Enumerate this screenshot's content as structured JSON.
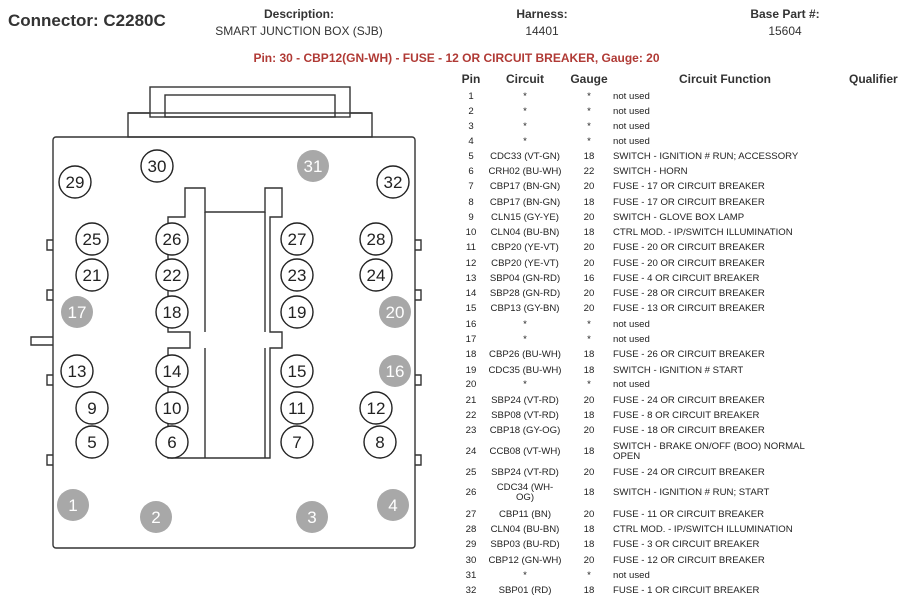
{
  "header": {
    "connector_title": "Connector: C2280C",
    "description_label": "Description:",
    "description_value": "SMART JUNCTION BOX (SJB)",
    "harness_label": "Harness:",
    "harness_value": "14401",
    "base_part_label": "Base Part #:",
    "base_part_value": "15604",
    "pin_highlight": "Pin: 30 - CBP12(GN-WH) - FUSE - 12 OR CIRCUIT BREAKER, Gauge: 20"
  },
  "colors": {
    "pin_used_fill": "#ffffff",
    "pin_unused_fill": "#a8a8a8",
    "highlight_text": "#b03a35"
  },
  "diagram": {
    "pins": [
      {
        "n": "1",
        "used": false
      },
      {
        "n": "2",
        "used": false
      },
      {
        "n": "3",
        "used": false
      },
      {
        "n": "4",
        "used": false
      },
      {
        "n": "5",
        "used": true
      },
      {
        "n": "6",
        "used": true
      },
      {
        "n": "7",
        "used": true
      },
      {
        "n": "8",
        "used": true
      },
      {
        "n": "9",
        "used": true
      },
      {
        "n": "10",
        "used": true
      },
      {
        "n": "11",
        "used": true
      },
      {
        "n": "12",
        "used": true
      },
      {
        "n": "13",
        "used": true
      },
      {
        "n": "14",
        "used": true
      },
      {
        "n": "15",
        "used": true
      },
      {
        "n": "16",
        "used": false
      },
      {
        "n": "17",
        "used": false
      },
      {
        "n": "18",
        "used": true
      },
      {
        "n": "19",
        "used": true
      },
      {
        "n": "20",
        "used": false
      },
      {
        "n": "21",
        "used": true
      },
      {
        "n": "22",
        "used": true
      },
      {
        "n": "23",
        "used": true
      },
      {
        "n": "24",
        "used": true
      },
      {
        "n": "25",
        "used": true
      },
      {
        "n": "26",
        "used": true
      },
      {
        "n": "27",
        "used": true
      },
      {
        "n": "28",
        "used": true
      },
      {
        "n": "29",
        "used": true
      },
      {
        "n": "30",
        "used": true
      },
      {
        "n": "31",
        "used": false
      },
      {
        "n": "32",
        "used": true
      }
    ]
  },
  "table": {
    "headers": {
      "pin": "Pin",
      "circuit": "Circuit",
      "gauge": "Gauge",
      "function": "Circuit Function",
      "qualifier": "Qualifier"
    },
    "rows": [
      {
        "pin": "1",
        "circuit": "*",
        "gauge": "*",
        "function": "not used"
      },
      {
        "pin": "2",
        "circuit": "*",
        "gauge": "*",
        "function": "not used"
      },
      {
        "pin": "3",
        "circuit": "*",
        "gauge": "*",
        "function": "not used"
      },
      {
        "pin": "4",
        "circuit": "*",
        "gauge": "*",
        "function": "not used"
      },
      {
        "pin": "5",
        "circuit": "CDC33 (VT-GN)",
        "gauge": "18",
        "function": "SWITCH - IGNITION # RUN; ACCESSORY"
      },
      {
        "pin": "6",
        "circuit": "CRH02 (BU-WH)",
        "gauge": "22",
        "function": "SWITCH - HORN"
      },
      {
        "pin": "7",
        "circuit": "CBP17 (BN-GN)",
        "gauge": "20",
        "function": "FUSE - 17 OR CIRCUIT BREAKER"
      },
      {
        "pin": "8",
        "circuit": "CBP17 (BN-GN)",
        "gauge": "18",
        "function": "FUSE - 17 OR CIRCUIT BREAKER"
      },
      {
        "pin": "9",
        "circuit": "CLN15 (GY-YE)",
        "gauge": "20",
        "function": "SWITCH - GLOVE BOX LAMP"
      },
      {
        "pin": "10",
        "circuit": "CLN04 (BU-BN)",
        "gauge": "18",
        "function": "CTRL MOD. - IP/SWITCH ILLUMINATION"
      },
      {
        "pin": "11",
        "circuit": "CBP20 (YE-VT)",
        "gauge": "20",
        "function": "FUSE - 20 OR CIRCUIT BREAKER"
      },
      {
        "pin": "12",
        "circuit": "CBP20 (YE-VT)",
        "gauge": "20",
        "function": "FUSE - 20 OR CIRCUIT BREAKER"
      },
      {
        "pin": "13",
        "circuit": "SBP04 (GN-RD)",
        "gauge": "16",
        "function": "FUSE - 4 OR CIRCUIT BREAKER"
      },
      {
        "pin": "14",
        "circuit": "SBP28 (GN-RD)",
        "gauge": "20",
        "function": "FUSE - 28 OR CIRCUIT BREAKER"
      },
      {
        "pin": "15",
        "circuit": "CBP13 (GY-BN)",
        "gauge": "20",
        "function": "FUSE - 13 OR CIRCUIT BREAKER"
      },
      {
        "pin": "16",
        "circuit": "*",
        "gauge": "*",
        "function": "not used"
      },
      {
        "pin": "17",
        "circuit": "*",
        "gauge": "*",
        "function": "not used"
      },
      {
        "pin": "18",
        "circuit": "CBP26 (BU-WH)",
        "gauge": "18",
        "function": "FUSE - 26 OR CIRCUIT BREAKER"
      },
      {
        "pin": "19",
        "circuit": "CDC35 (BU-WH)",
        "gauge": "18",
        "function": "SWITCH - IGNITION # START"
      },
      {
        "pin": "20",
        "circuit": "*",
        "gauge": "*",
        "function": "not used"
      },
      {
        "pin": "21",
        "circuit": "SBP24 (VT-RD)",
        "gauge": "20",
        "function": "FUSE - 24 OR CIRCUIT BREAKER"
      },
      {
        "pin": "22",
        "circuit": "SBP08 (VT-RD)",
        "gauge": "18",
        "function": "FUSE - 8 OR CIRCUIT BREAKER"
      },
      {
        "pin": "23",
        "circuit": "CBP18 (GY-OG)",
        "gauge": "20",
        "function": "FUSE - 18 OR CIRCUIT BREAKER"
      },
      {
        "pin": "24",
        "circuit": "CCB08 (VT-WH)",
        "gauge": "18",
        "function": "SWITCH - BRAKE ON/OFF (BOO) NORMAL OPEN"
      },
      {
        "pin": "25",
        "circuit": "SBP24 (VT-RD)",
        "gauge": "20",
        "function": "FUSE - 24 OR CIRCUIT BREAKER"
      },
      {
        "pin": "26",
        "circuit": "CDC34 (WH-OG)",
        "gauge": "18",
        "function": "SWITCH - IGNITION # RUN; START"
      },
      {
        "pin": "27",
        "circuit": "CBP11 (BN)",
        "gauge": "20",
        "function": "FUSE - 11 OR CIRCUIT BREAKER"
      },
      {
        "pin": "28",
        "circuit": "CLN04 (BU-BN)",
        "gauge": "18",
        "function": "CTRL MOD. - IP/SWITCH ILLUMINATION"
      },
      {
        "pin": "29",
        "circuit": "SBP03 (BU-RD)",
        "gauge": "18",
        "function": "FUSE - 3 OR CIRCUIT BREAKER"
      },
      {
        "pin": "30",
        "circuit": "CBP12 (GN-WH)",
        "gauge": "20",
        "function": "FUSE - 12 OR CIRCUIT BREAKER"
      },
      {
        "pin": "31",
        "circuit": "*",
        "gauge": "*",
        "function": "not used"
      },
      {
        "pin": "32",
        "circuit": "SBP01 (RD)",
        "gauge": "18",
        "function": "FUSE - 1 OR CIRCUIT BREAKER"
      }
    ]
  }
}
